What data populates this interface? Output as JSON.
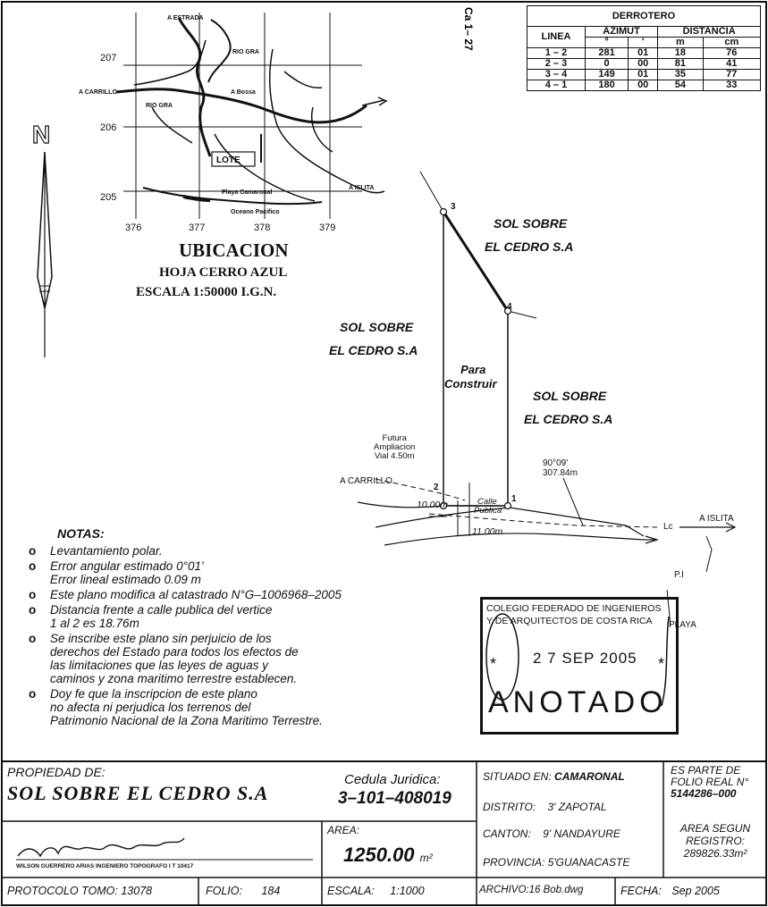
{
  "top_text": {
    "vertical_label": "Ca 1– 27"
  },
  "derrotero": {
    "title": "DERROTERO",
    "headers": {
      "linea": "LINEA",
      "azimut": "AZIMUT",
      "distancia": "DISTANCIA"
    },
    "subheaders": {
      "deg": "°",
      "min": "'",
      "m": "m",
      "cm": "cm"
    },
    "rows": [
      {
        "linea": "1 – 2",
        "deg": "281",
        "min": "01",
        "m": "18",
        "cm": "76"
      },
      {
        "linea": "2 – 3",
        "deg": "0",
        "min": "00",
        "m": "81",
        "cm": "41"
      },
      {
        "linea": "3 – 4",
        "deg": "149",
        "min": "01",
        "m": "35",
        "cm": "77"
      },
      {
        "linea": "4 – 1",
        "deg": "180",
        "min": "00",
        "m": "54",
        "cm": "33"
      }
    ]
  },
  "location_map": {
    "north_letter": "N",
    "grid_x_labels": [
      "376",
      "377",
      "378",
      "379"
    ],
    "grid_y_labels": [
      "207",
      "206",
      "205"
    ],
    "labels": {
      "estrada": "A ESTRADA",
      "carrillo": "A CARRILLO",
      "rio_gra_1": "RIO GRA",
      "rio_gra_2": "RIO GRA",
      "bossa": "A Bossa",
      "lote": "LOTE",
      "islita": "A ISLITA",
      "playa": "Playa Camaronal",
      "oceano": "Oceano Pacifico"
    },
    "title": "UBICACION",
    "hoja": "HOJA CERRO AZUL",
    "escala": "ESCALA   1:50000   I.G.N."
  },
  "plan": {
    "neighbors": [
      {
        "line1": "SOL SOBRE",
        "line2": "EL CEDRO S.A"
      },
      {
        "line1": "SOL SOBRE",
        "line2": "EL CEDRO S.A"
      },
      {
        "line1": "SOL SOBRE",
        "line2": "EL CEDRO S.A"
      }
    ],
    "lot_label_1": "Para",
    "lot_label_2": "Construir",
    "vertices": [
      "1",
      "2",
      "3",
      "4"
    ],
    "futura_1": "Futura",
    "futura_2": "Ampliacion",
    "futura_3": "Vial 4.50m",
    "carrillo": "A CARRILLO",
    "calle_1": "Calle",
    "calle_2": "Publica",
    "dim_10": "10.00m",
    "dim_11": "11.00m",
    "angle": "90°09'",
    "dist_pi": "307.84m",
    "lc": "Lc",
    "islita": "A ISLITA",
    "pi": "P.I",
    "playa": "PLAYA"
  },
  "notes": {
    "title": "NOTAS:",
    "items": [
      "Levantamiento polar.",
      "Error angular estimado 0°01'\nError lineal     estimado 0.09 m",
      "Este plano modifica al catastrado N°G–1006968–2005",
      "Distancia frente a calle publica del vertice\n1 al 2 es 18.76m",
      "Se inscribe este plano sin perjuicio de los\nderechos del Estado para todos los efectos de\nlas limitaciones que las leyes de aguas y\ncaminos y zona maritimo terrestre establecen.",
      "Doy fe que la inscripcion de este plano\nno afecta ni perjudica los terrenos del\nPatrimonio Nacional de la Zona Maritimo Terrestre."
    ]
  },
  "stamp": {
    "line1": "COLEGIO FEDERADO DE INGENIEROS",
    "line2": "Y DE ARQUITECTOS DE COSTA RICA",
    "date": "2 7 SEP 2005",
    "word": "ANOTADO",
    "star": "*"
  },
  "title_block": {
    "propiedad_label": "PROPIEDAD DE:",
    "propiedad_value": "SOL SOBRE EL CEDRO S.A",
    "cedula_label": "Cedula Juridica:",
    "cedula_value": "3–101–408019",
    "signature_name": "WILSON GUERRERO ARIAS INGENIERO TOPOGRAFO I T 10417",
    "area_label": "AREA:",
    "area_value": "1250.00",
    "area_unit": "m²",
    "protocolo_label": "PROTOCOLO TOMO:",
    "protocolo_value": "13078",
    "folio_label": "FOLIO:",
    "folio_value": "184",
    "escala_label": "ESCALA:",
    "escala_value": "1:1000",
    "situado_label": "SITUADO EN:",
    "situado_value": "CAMARONAL",
    "distrito_label": "DISTRITO:",
    "distrito_value": "3' ZAPOTAL",
    "canton_label": "CANTON:",
    "canton_value": "9' NANDAYURE",
    "provincia_label": "PROVINCIA:",
    "provincia_value": "5'GUANACASTE",
    "archivo_label": "ARCHIVO:",
    "archivo_value": "16 Bob.dwg",
    "fecha_label": "FECHA:",
    "fecha_value": "Sep 2005",
    "parte_1": "ES PARTE DE",
    "parte_2": "FOLIO REAL N°",
    "folio_real": "5144286–000",
    "area_reg_1": "AREA SEGUN",
    "area_reg_2": "REGISTRO:",
    "area_reg_value": "289826.33m²"
  }
}
